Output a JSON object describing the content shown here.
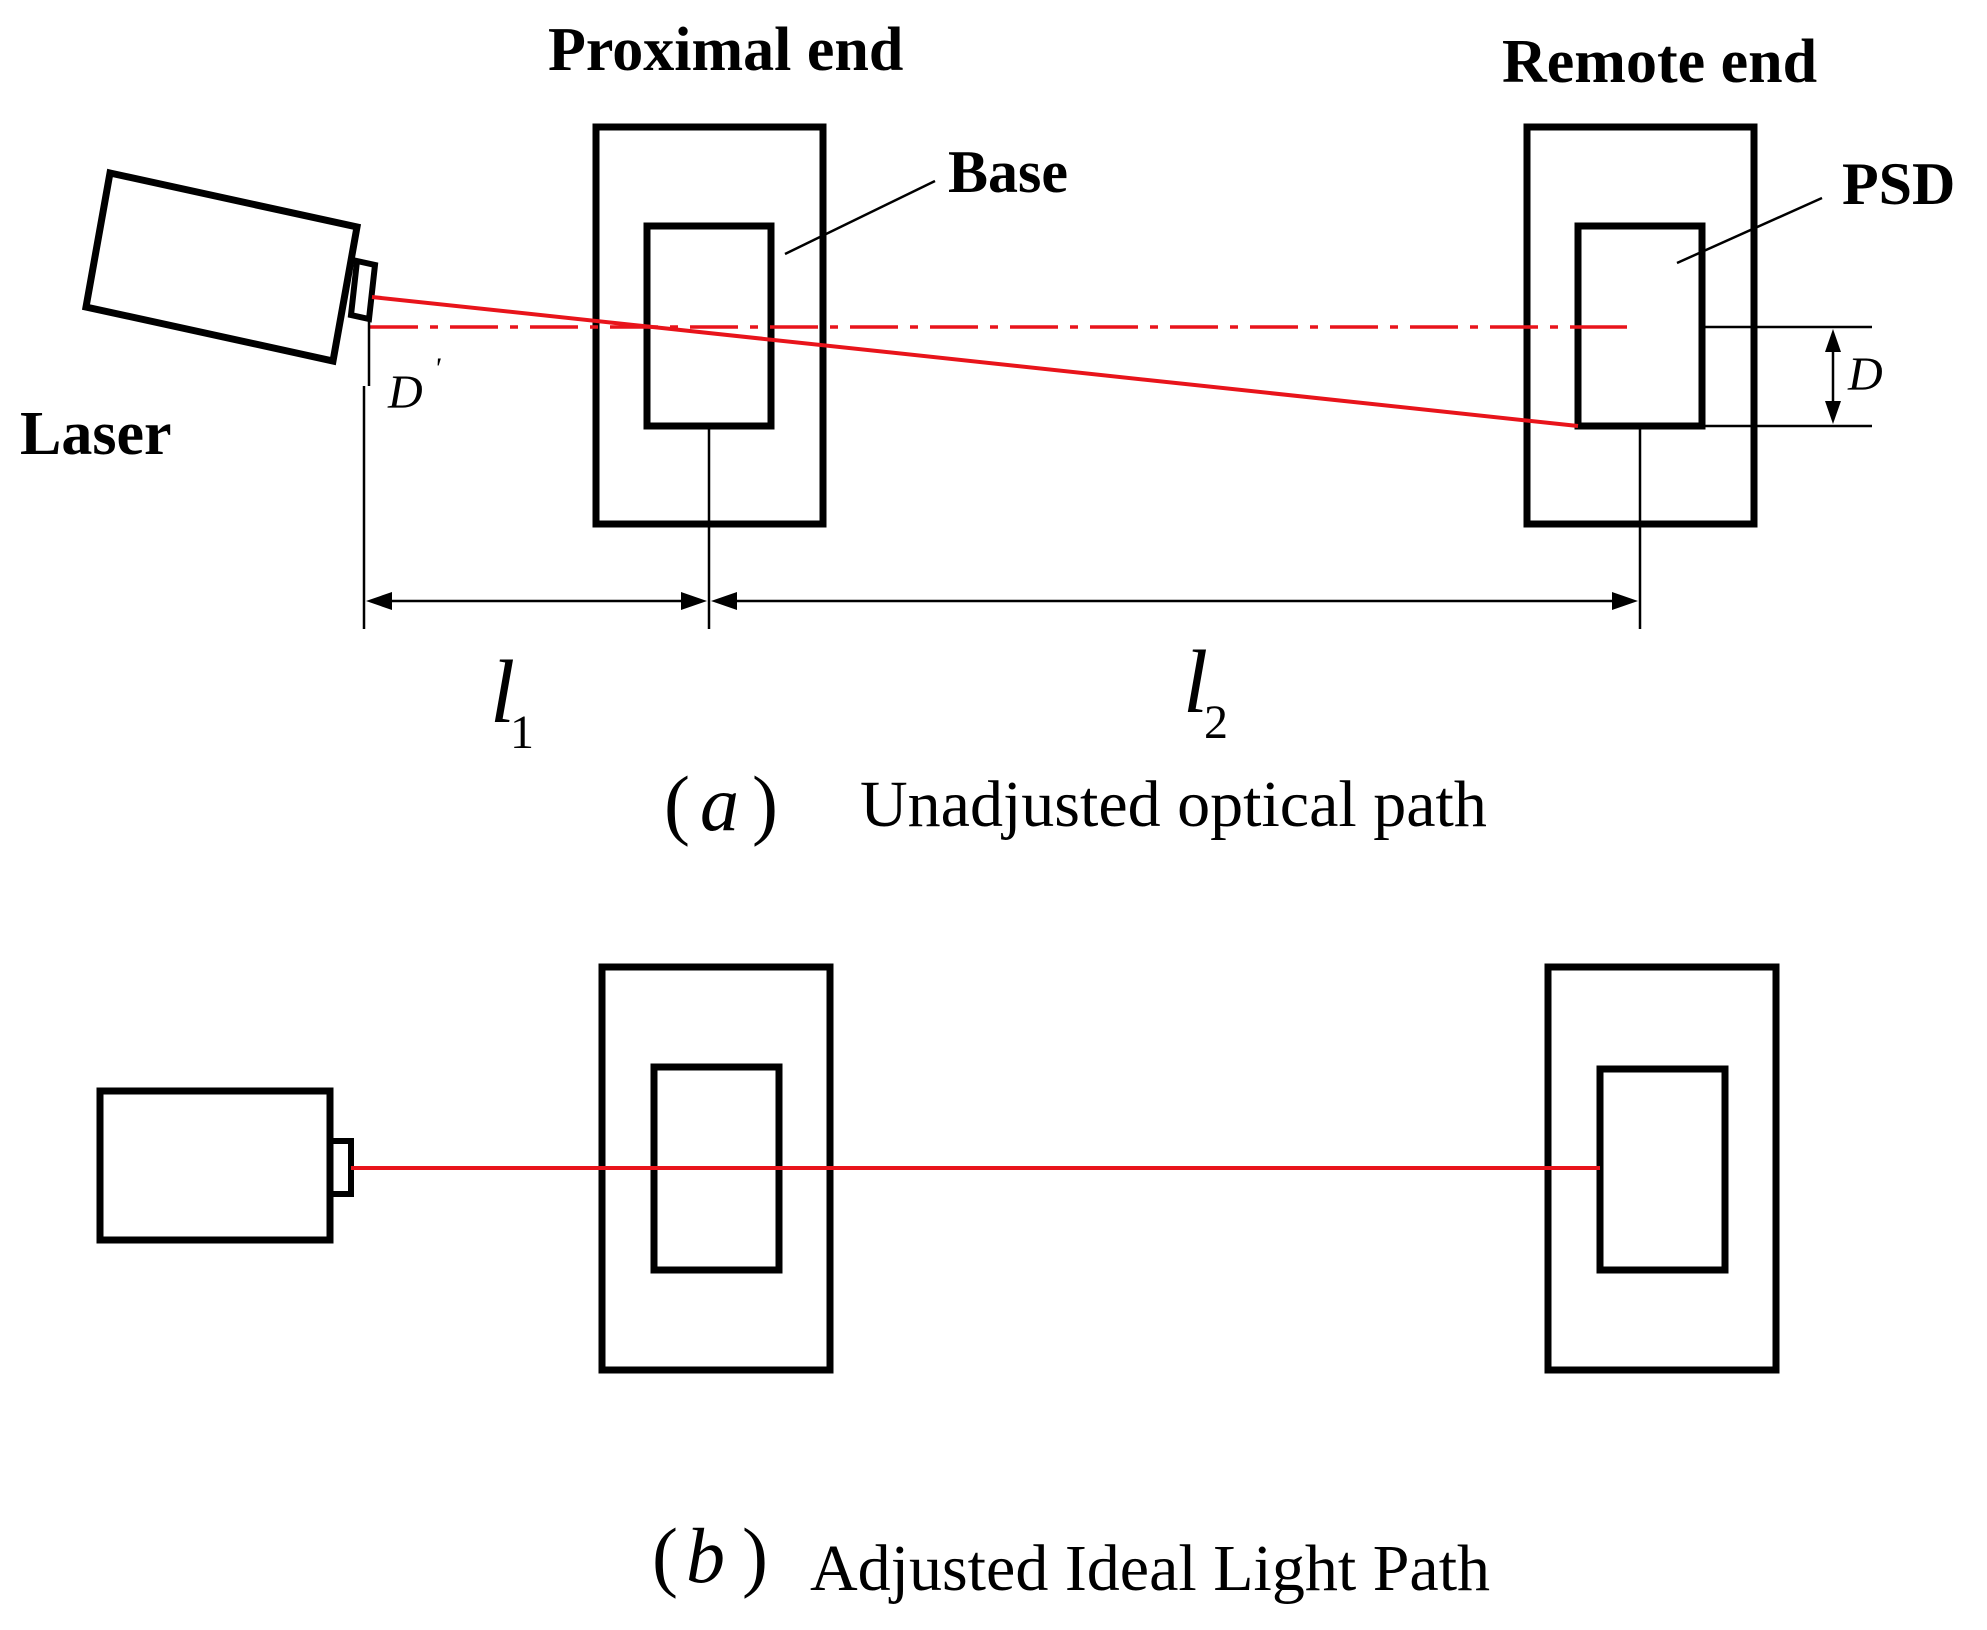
{
  "colors": {
    "beam": "#e8141b",
    "ink": "#000000",
    "background": "#ffffff"
  },
  "labels": {
    "proximal_end": "Proximal end",
    "remote_end": "Remote end",
    "base": "Base",
    "psd": "PSD",
    "laser": "Laser",
    "d_prime": "D",
    "d_prime_mark": "'",
    "d": "D",
    "l1_letter": "l",
    "l1_sub": "1",
    "l2_letter": "l",
    "l2_sub": "2"
  },
  "captions": {
    "a_letter": "a",
    "a_open": "(",
    "a_close": ")",
    "a_text": "Unadjusted optical path",
    "b_letter": "b",
    "b_open": "(",
    "b_close": ")",
    "b_text": "Adjusted Ideal Light Path"
  }
}
